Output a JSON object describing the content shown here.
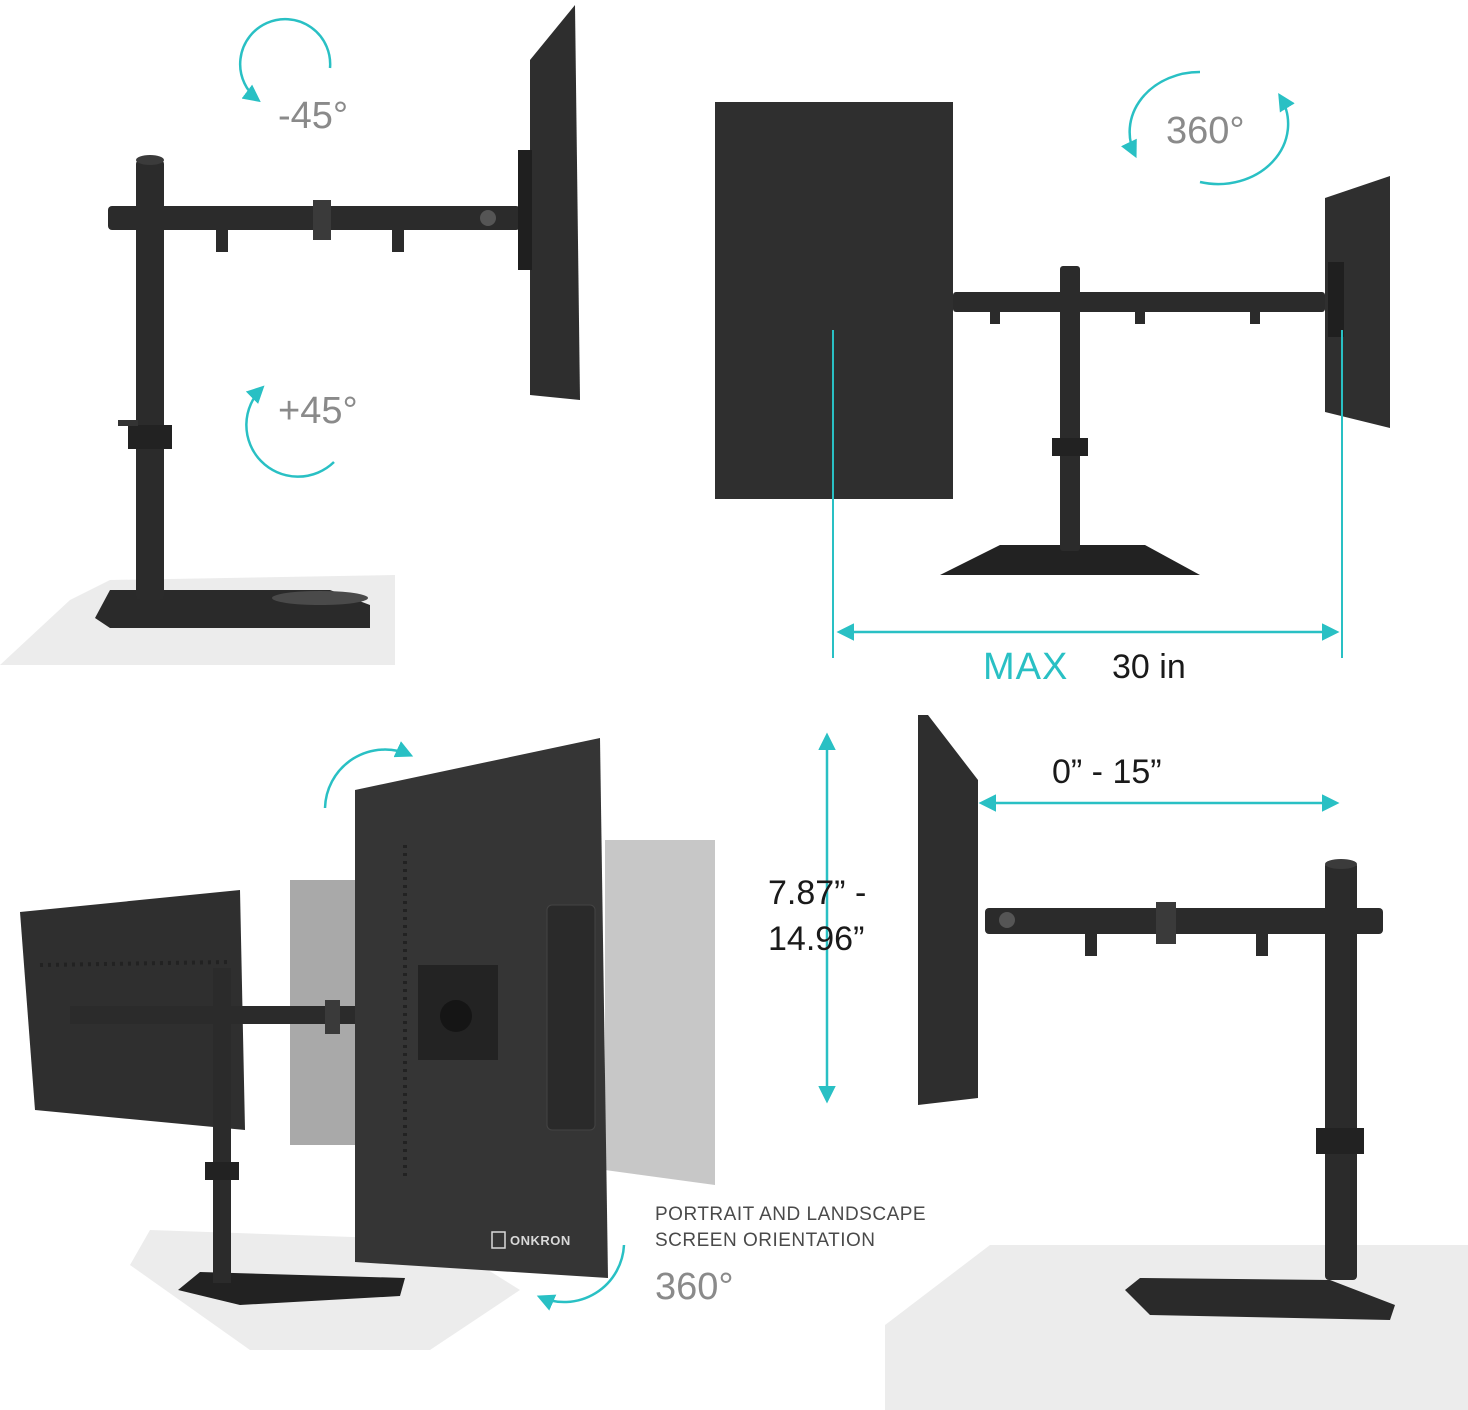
{
  "labels": {
    "tilt_up": "-45°",
    "tilt_down": "+45°",
    "swivel": "360°",
    "max_prefix": "MAX",
    "max_value": "30 in",
    "extension": "0” - 15”",
    "height_line1": "7.87” -",
    "height_line2": "14.96”",
    "rotation_caption_line1": "PORTRAIT AND LANDSCAPE",
    "rotation_caption_line2": "SCREEN ORIENTATION",
    "rotation": "360°",
    "brand": "ONKRON"
  },
  "colors": {
    "accent": "#29c0c4",
    "product": "#2b2b2b",
    "label_gray": "#8a8a8a",
    "text_dark": "#1a1a1a"
  }
}
